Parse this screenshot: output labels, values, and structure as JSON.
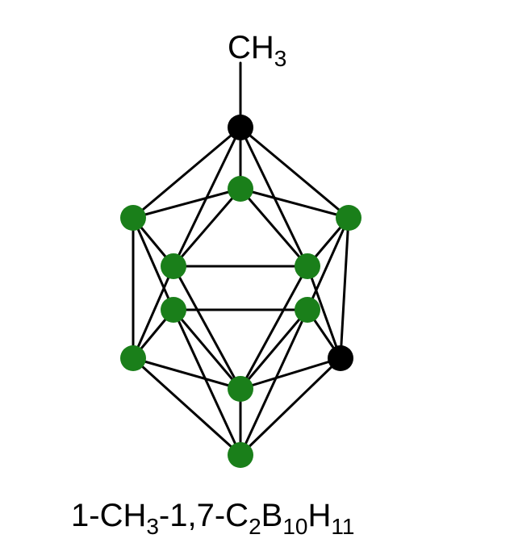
{
  "molecule": {
    "substituent": {
      "main": "CH",
      "sub": "3"
    },
    "formula": [
      {
        "text": "1-CH",
        "sub": false
      },
      {
        "text": "3",
        "sub": true
      },
      {
        "text": "-1,7-C",
        "sub": false
      },
      {
        "text": "2",
        "sub": true
      },
      {
        "text": "B",
        "sub": false
      },
      {
        "text": "10",
        "sub": true
      },
      {
        "text": "H",
        "sub": false
      },
      {
        "text": "11",
        "sub": true
      }
    ]
  },
  "colors": {
    "carbon": "#000000",
    "boron": "#1a7f1a",
    "bond": "#000000",
    "background": "#ffffff"
  },
  "atoms": [
    {
      "id": "c-top",
      "element": "C",
      "name": "carbon-atom-1"
    },
    {
      "id": "b-upper-center",
      "element": "B",
      "name": "boron-atom-upper-center"
    },
    {
      "id": "b-upper-left",
      "element": "B",
      "name": "boron-atom-upper-left"
    },
    {
      "id": "b-upper-right",
      "element": "B",
      "name": "boron-atom-upper-right"
    },
    {
      "id": "b-mid-left-front",
      "element": "B",
      "name": "boron-atom-mid-left-front"
    },
    {
      "id": "b-mid-right-front",
      "element": "B",
      "name": "boron-atom-mid-right-front"
    },
    {
      "id": "b-mid-left-back",
      "element": "B",
      "name": "boron-atom-mid-left-back"
    },
    {
      "id": "b-mid-right-back",
      "element": "B",
      "name": "boron-atom-mid-right-back"
    },
    {
      "id": "b-lower-left",
      "element": "B",
      "name": "boron-atom-lower-left"
    },
    {
      "id": "c-lower-right",
      "element": "C",
      "name": "carbon-atom-7"
    },
    {
      "id": "b-lower-center",
      "element": "B",
      "name": "boron-atom-lower-center"
    },
    {
      "id": "b-bottom",
      "element": "B",
      "name": "boron-atom-bottom"
    }
  ]
}
